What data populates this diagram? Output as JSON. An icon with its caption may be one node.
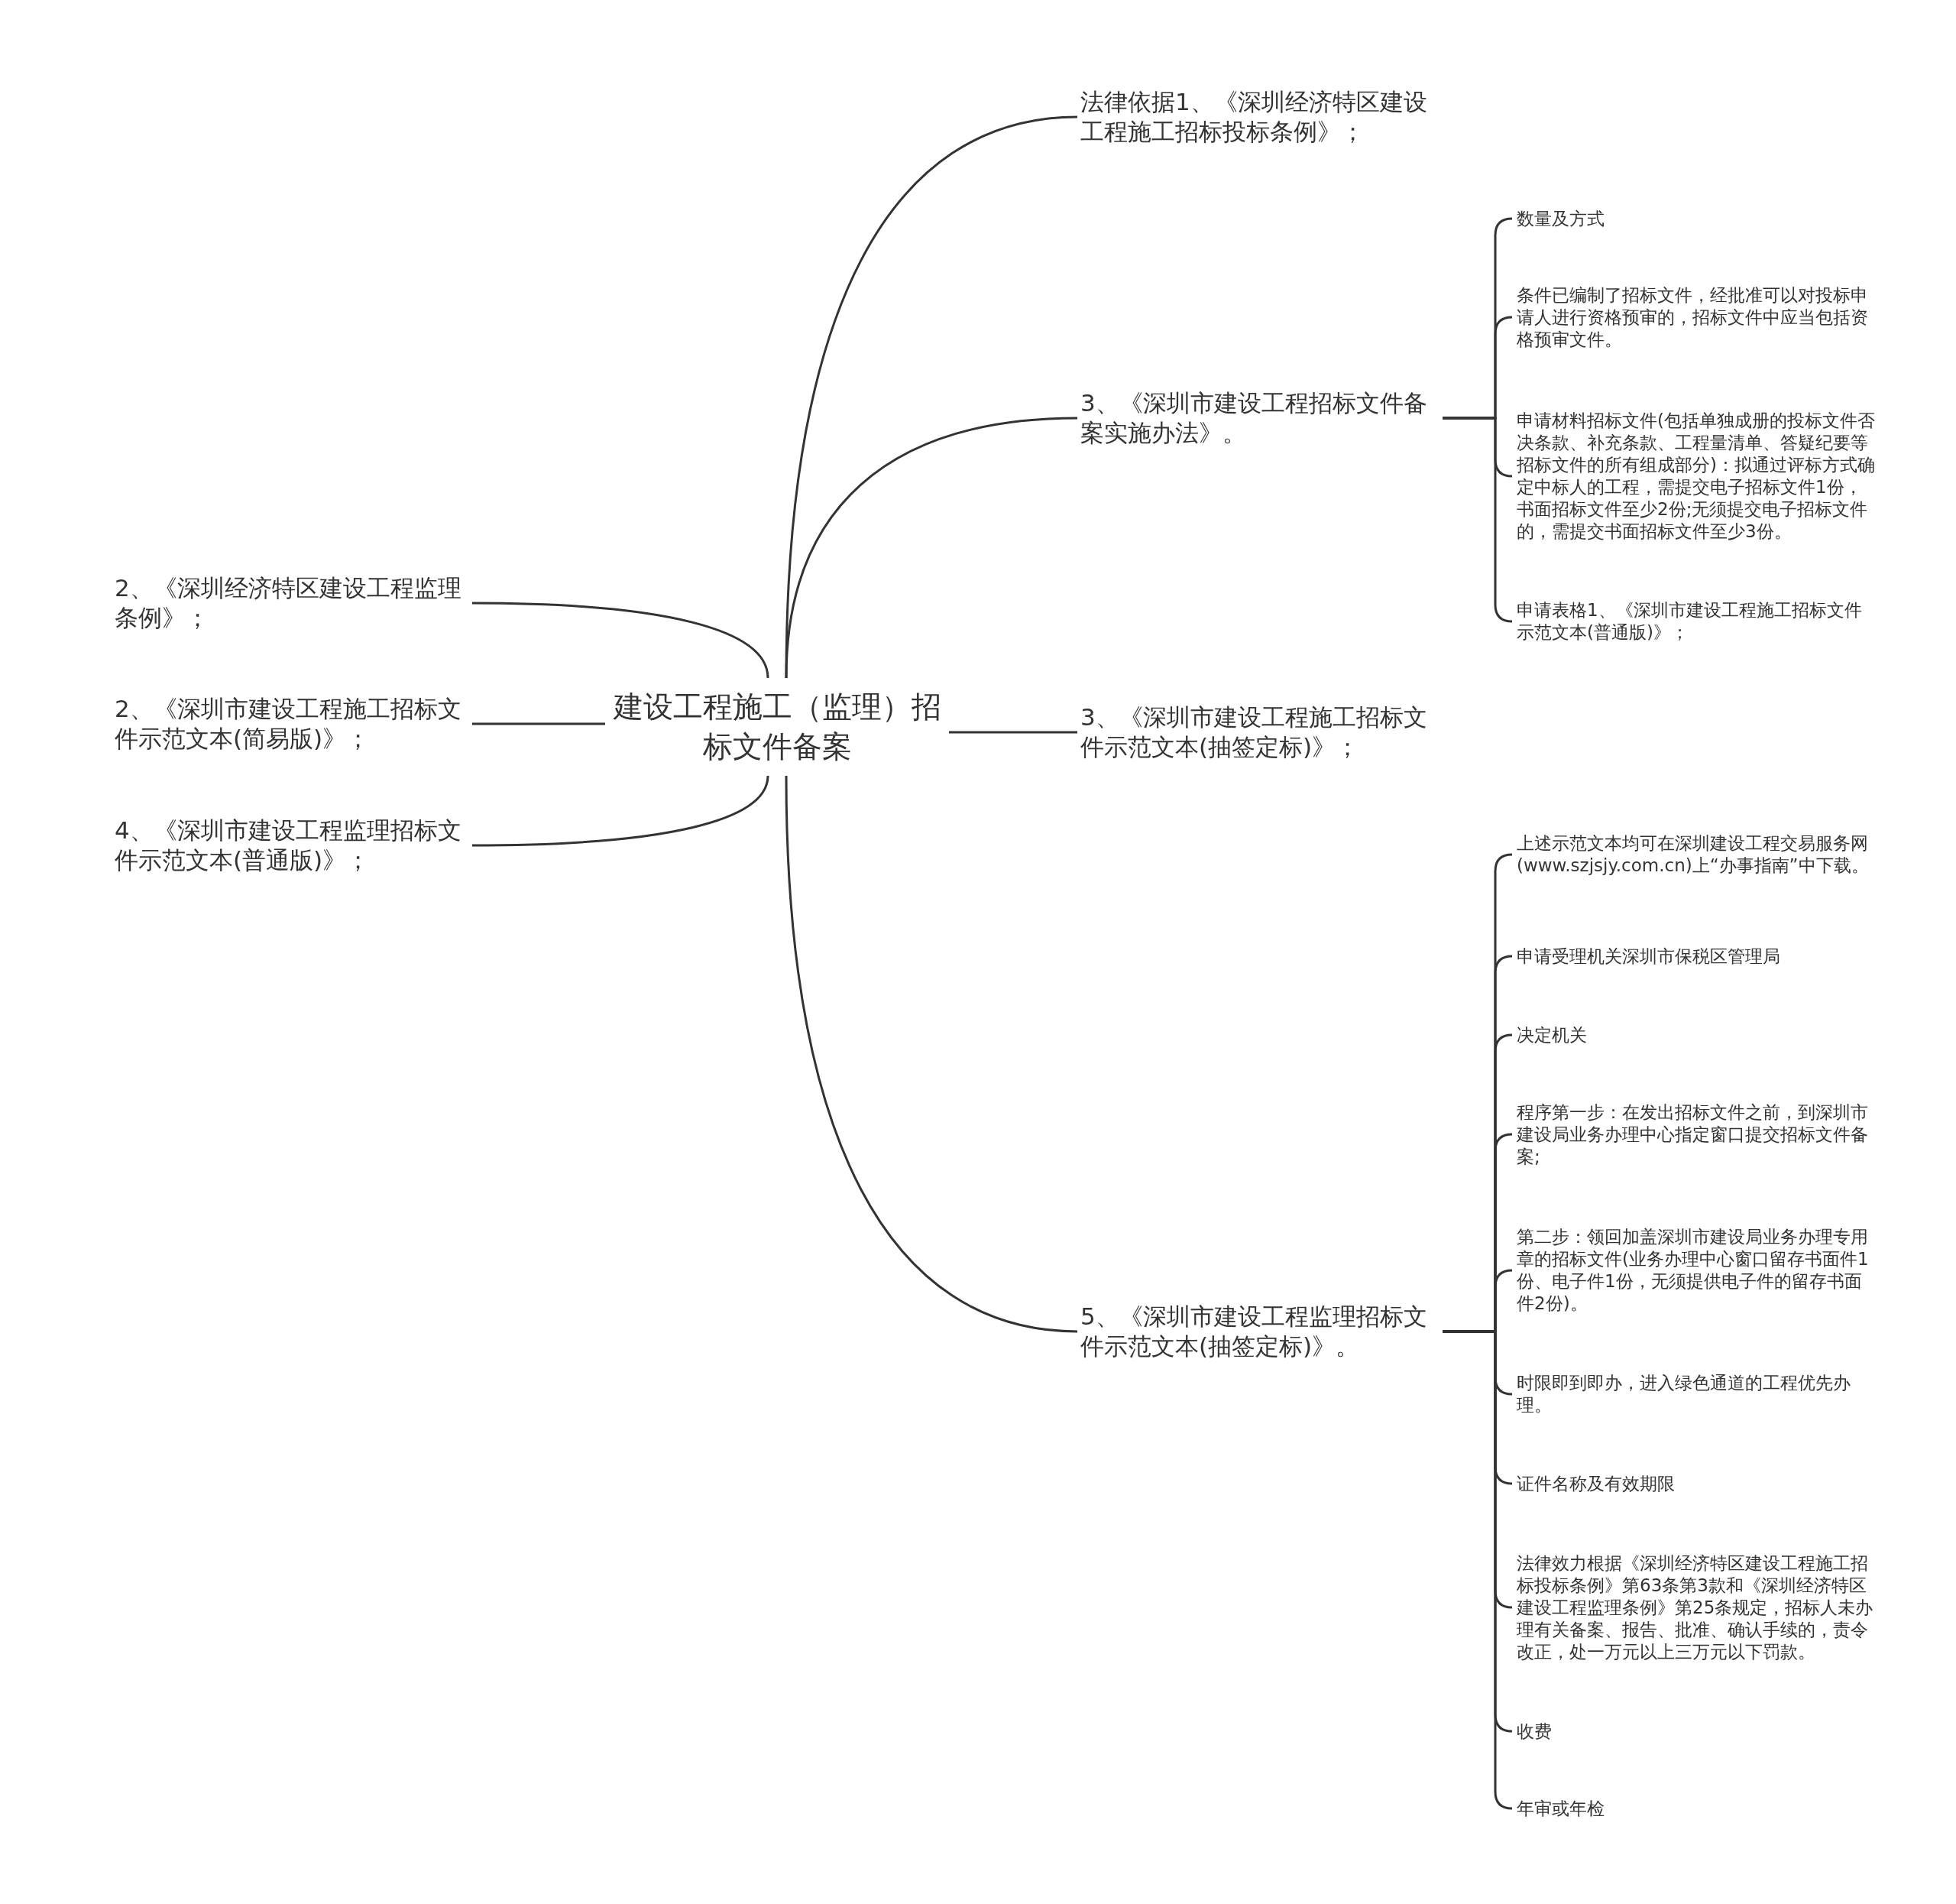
{
  "diagram": {
    "nodes": [
      {
        "text": [
          "建设工程施工（监理）招标文件备案"
        ]
      },
      {
        "text": [
          "法律依据1、《深圳经济特区建设工程施工招标投标条例》；"
        ]
      },
      {
        "text": [
          "3、《深圳市建设工程招标文件备案实施办法》。"
        ]
      },
      {
        "text": [
          "数量及方式"
        ]
      },
      {
        "text": [
          "条件已编制了招标文件，经批准可以对投标申请人进行资格预审的，招标文件中应当包括资格预审文件。"
        ]
      },
      {
        "text": [
          "申请材料招标文件(包括单独成册的投标文件否决条款、补充条款、工程量清单、答疑纪要等招标文件的所有组成部分)：拟通过评标方式确定中标人的工程，需提交电子招标文件1份，书面招标文件至少2份;无须提交电子招标文件的，需提交书面招标文件至少3份。"
        ]
      },
      {
        "text": [
          "申请表格1、《深圳市建设工程施工招标文件示范文本(普通版)》；"
        ]
      },
      {
        "text": [
          "3、《深圳市建设工程施工招标文件示范文本(抽签定标)》；"
        ]
      },
      {
        "text": [
          "5、《深圳市建设工程监理招标文件示范文本(抽签定标)》。"
        ]
      },
      {
        "text": [
          "上述示范文本均可在深圳建设工程交易服务网(www.szjsjy.com.cn)上“办事指南”中下载。"
        ]
      },
      {
        "text": [
          "申请受理机关深圳市保税区管理局"
        ]
      },
      {
        "text": [
          "决定机关"
        ]
      },
      {
        "text": [
          "程序第一步：在发出招标文件之前，到深圳市建设局业务办理中心指定窗口提交招标文件备案;"
        ]
      },
      {
        "text": [
          "第二步：领回加盖深圳市建设局业务办理专用章的招标文件(业务办理中心窗口留存书面件1份、电子件1份，无须提供电子件的留存书面件2份)。"
        ]
      },
      {
        "text": [
          "时限即到即办，进入绿色通道的工程优先办理。"
        ]
      },
      {
        "text": [
          "证件名称及有效期限"
        ]
      },
      {
        "text": [
          "法律效力根据《深圳经济特区建设工程施工招标投标条例》第63条第3款和《深圳经济特区建设工程监理条例》第25条规定，招标人未办理有关备案、报告、批准、确认手续的，责令改正，处一万元以上三万元以下罚款。"
        ]
      },
      {
        "text": [
          "收费"
        ]
      },
      {
        "text": [
          "年审或年检"
        ]
      },
      {
        "text": [
          "2、《深圳经济特区建设工程监理条例》；"
        ]
      },
      {
        "text": [
          "2、《深圳市建设工程施工招标文件示范文本(简易版)》；"
        ]
      },
      {
        "text": [
          "4、《深圳市建设工程监理招标文件示范文本(普通版)》；"
        ]
      }
    ],
    "edges": [
      {
        "from": 0,
        "to": 1,
        "arrow": "none"
      },
      {
        "from": 0,
        "to": 2,
        "arrow": "none"
      },
      {
        "from": 2,
        "to": 3,
        "arrow": "none"
      },
      {
        "from": 2,
        "to": 4,
        "arrow": "none"
      },
      {
        "from": 2,
        "to": 5,
        "arrow": "none"
      },
      {
        "from": 2,
        "to": 6,
        "arrow": "none"
      },
      {
        "from": 0,
        "to": 7,
        "arrow": "none"
      },
      {
        "from": 0,
        "to": 8,
        "arrow": "none"
      },
      {
        "from": 8,
        "to": 9,
        "arrow": "none"
      },
      {
        "from": 8,
        "to": 10,
        "arrow": "none"
      },
      {
        "from": 8,
        "to": 11,
        "arrow": "none"
      },
      {
        "from": 8,
        "to": 12,
        "arrow": "none"
      },
      {
        "from": 8,
        "to": 13,
        "arrow": "none"
      },
      {
        "from": 8,
        "to": 14,
        "arrow": "none"
      },
      {
        "from": 8,
        "to": 15,
        "arrow": "none"
      },
      {
        "from": 8,
        "to": 16,
        "arrow": "none"
      },
      {
        "from": 8,
        "to": 17,
        "arrow": "none"
      },
      {
        "from": 8,
        "to": 18,
        "arrow": "none"
      },
      {
        "from": 0,
        "to": 19,
        "arrow": "none"
      },
      {
        "from": 0,
        "to": 20,
        "arrow": "none"
      },
      {
        "from": 0,
        "to": 21,
        "arrow": "none"
      }
    ]
  }
}
